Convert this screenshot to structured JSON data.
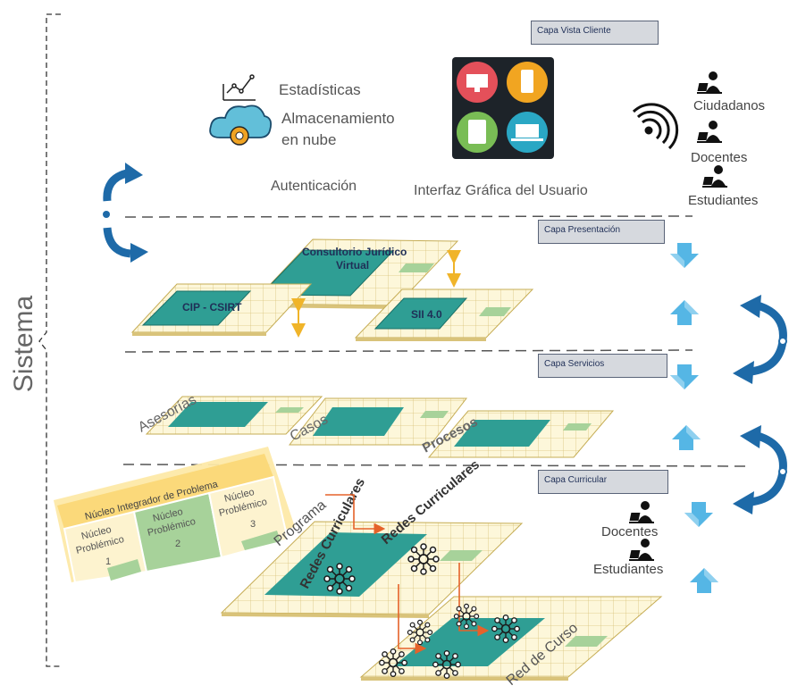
{
  "system_label": "Sistema",
  "layers": {
    "vista_cliente": "Capa  Vista Cliente",
    "presentacion": "Capa Presentación",
    "servicios": "Capa Servicios",
    "curricular": "Capa Curricular"
  },
  "client": {
    "estadisticas": "Estadísticas",
    "almacenamiento_1": "Almacenamiento",
    "almacenamiento_2": "en nube",
    "autenticacion": "Autenticación",
    "interfaz": "Interfaz Gráfica del Usuario",
    "users": [
      "Ciudadanos",
      "Docentes",
      "Estudiantes"
    ]
  },
  "presentacion": {
    "consultorio_1": "Consultorio Jurídico",
    "consultorio_2": "Virtual",
    "cip": "CIP - CSIRT",
    "sii": "SII 4.0"
  },
  "servicios": {
    "asesorias": "Asesorías",
    "casos": "Casos",
    "procesos": "Procesos"
  },
  "curricular": {
    "nucleo_integrador": "Núcleo Integrador de Problema",
    "nucleos": [
      {
        "line1": "Núcleo",
        "line2": "Problémico",
        "num": "1"
      },
      {
        "line1": "Núcleo",
        "line2": "Problémico",
        "num": "2"
      },
      {
        "line1": "Núcleo",
        "line2": "Problémico",
        "num": "3"
      }
    ],
    "programa": "Programa",
    "redes_1": "Redes Curriculares",
    "redes_2": "Redes Curriculares",
    "red_curso": "Red de Curso",
    "users": [
      "Docentes",
      "Estudiantes"
    ]
  },
  "colors": {
    "teal": "#2f9e94",
    "teal_dark": "#23857c",
    "grid_fill": "#fdf7da",
    "grid_line": "#d9c37a",
    "green_accent": "#a7d29a",
    "orange": "#e5622a",
    "amber": "#f0b429",
    "blue_arrow": "#1e6aa8",
    "light_arrow": "#55b6e5"
  },
  "icons": [
    "chart-icon",
    "cloud-gear-icon",
    "devices-icon",
    "wireless-icon",
    "user-laptop-icon",
    "network-icon"
  ]
}
